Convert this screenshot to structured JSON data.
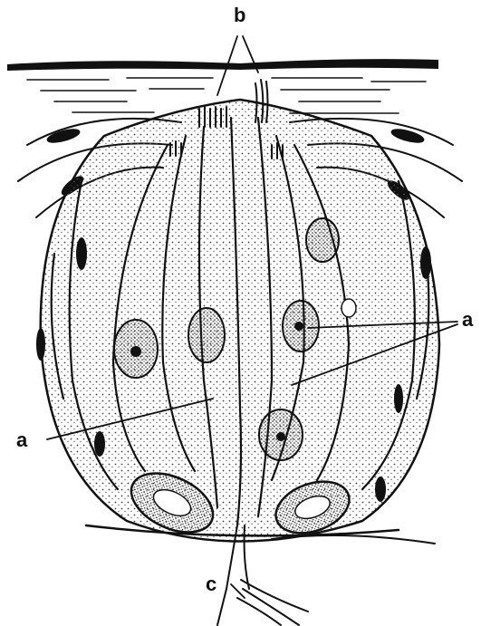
{
  "figure": {
    "labels": {
      "b": "b",
      "a_left": "a",
      "a_right": "a",
      "c": "c"
    },
    "colors": {
      "ink": "#111111",
      "paper": "#ffffff",
      "stipple": "#555555"
    }
  }
}
